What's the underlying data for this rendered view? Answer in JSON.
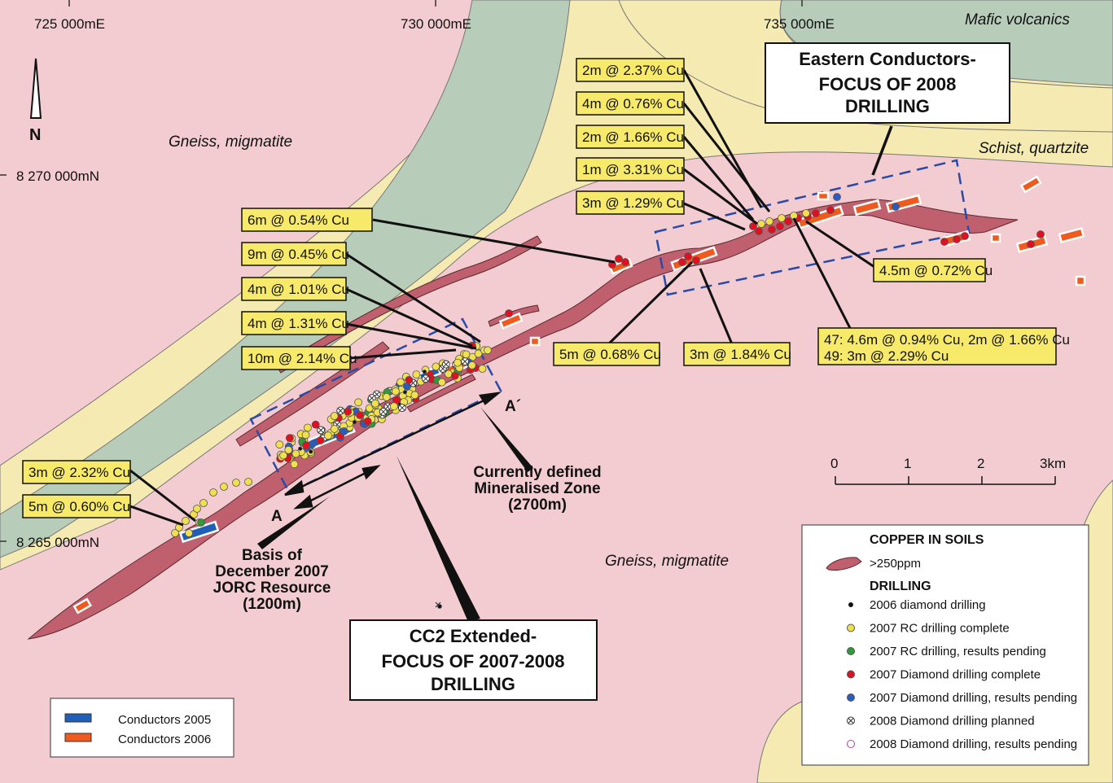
{
  "coords": {
    "easting": [
      "725 000mE",
      "730 000mE",
      "735 000mE"
    ],
    "northing": [
      "8 270 000mN",
      "8 265 000mN"
    ]
  },
  "north_arrow": {
    "label": "N"
  },
  "geology": {
    "gneiss_nw": "Gneiss, migmatite",
    "gneiss_se": "Gneiss, migmatite",
    "mafic": "Mafic volcanics",
    "schist": "Schist, quartzite"
  },
  "intercepts": [
    "2m @ 2.37% Cu",
    "4m @ 0.76% Cu",
    "2m @ 1.66% Cu",
    "1m @ 3.31% Cu",
    "3m @ 1.29% Cu",
    "6m @ 0.54% Cu",
    "9m @ 0.45% Cu",
    "4m @ 1.01% Cu",
    "4m @ 1.31% Cu",
    "10m @ 2.14% Cu",
    "3m @ 2.32% Cu",
    "5m @ 0.60% Cu",
    "5m @ 0.68% Cu",
    "3m @ 1.84% Cu",
    "4.5m @ 0.72% Cu"
  ],
  "intercept_multi": [
    "47: 4.6m @ 0.94% Cu, 2m @ 1.66% Cu",
    "49: 3m @ 2.29% Cu"
  ],
  "eastern_box": [
    "Eastern Conductors-",
    "FOCUS OF 2008",
    "DRILLING"
  ],
  "cc2_box": [
    "CC2 Extended-",
    "FOCUS OF 2007-2008",
    "DRILLING"
  ],
  "mineralised_zone": [
    "Currently defined",
    "Mineralised Zone",
    "(2700m)"
  ],
  "jorc": [
    "Basis of",
    "December 2007",
    "JORC Resource",
    "(1200m)"
  ],
  "section_labels": {
    "a": "A",
    "a_prime": "A´"
  },
  "scale": {
    "ticks": [
      "0",
      "1",
      "2",
      "3km"
    ]
  },
  "conductors_legend": {
    "c2005": "Conductors 2005",
    "c2006": "Conductors 2006"
  },
  "legend": {
    "soils_title": "COPPER IN SOILS",
    "soils_item": ">250ppm",
    "drilling_title": "DRILLING",
    "items": [
      "2006 diamond drilling",
      "2007 RC drilling complete",
      "2007 RC drilling, results pending",
      "2007 Diamond drilling complete",
      "2007 Diamond drilling, results pending",
      "2008 Diamond drilling planned",
      "2008 Diamond drilling, results pending"
    ]
  },
  "colors": {
    "gneiss": "#f2ccd0",
    "mafic": "#b8cdb9",
    "schist": "#f4eab2",
    "soil_anomaly": "#c0606e",
    "conductor_2005": "#1f5fb8",
    "conductor_2006": "#f05a1e",
    "rc_complete": "#f0e050",
    "rc_pending": "#2e9a38",
    "diamond_complete": "#e01020",
    "diamond_pending": "#2a5cc0",
    "callout_fill": "#f7e96a",
    "focus_box": "#2a4aa8"
  }
}
